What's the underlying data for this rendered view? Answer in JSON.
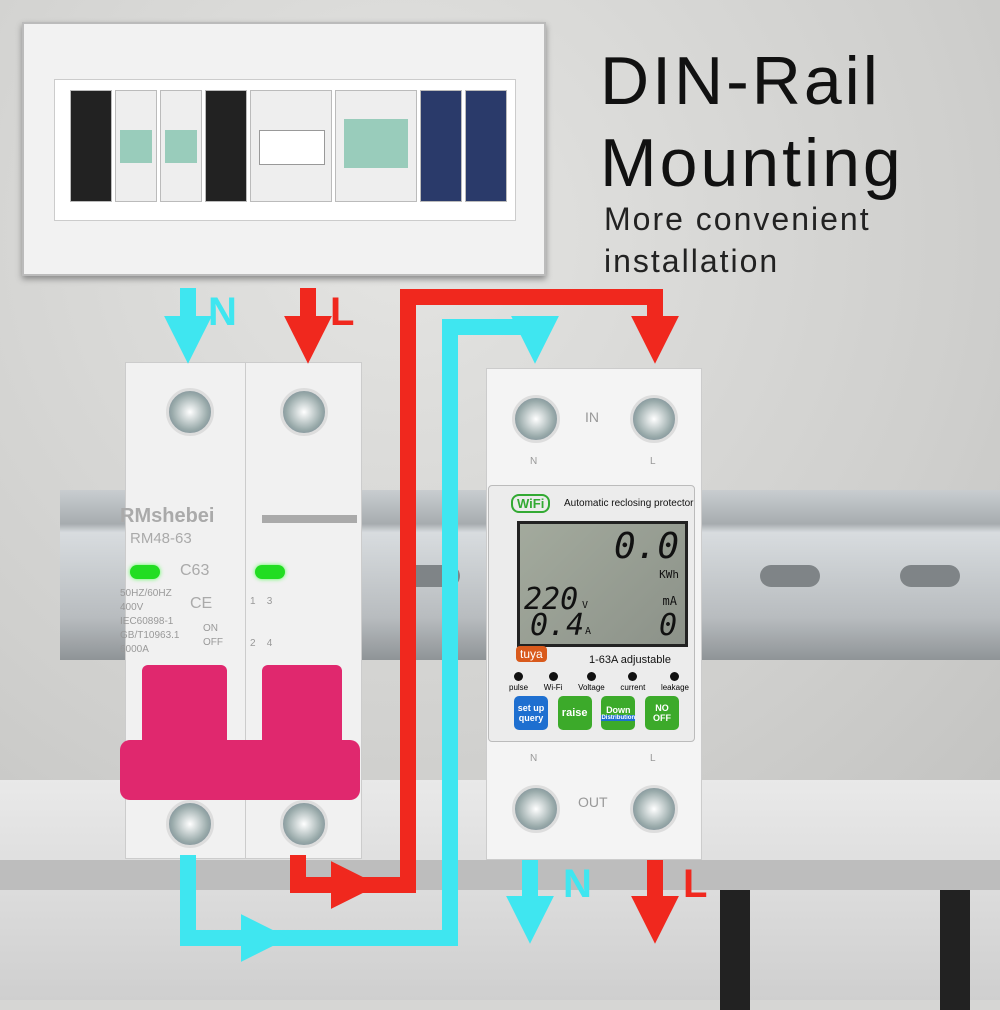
{
  "heading": {
    "title_line1": "DIN-Rail",
    "title_line2": "Mounting",
    "subtitle_line1": "More convenient",
    "subtitle_line2": "installation"
  },
  "breaker": {
    "brand": "RMshebei",
    "model": "RM48-63",
    "rating": "C63",
    "specs": [
      "50HZ/60HZ",
      "400V",
      "IEC60898-1",
      "GB/T10963.1",
      "6000A"
    ],
    "ce": "CE",
    "on": "ON",
    "off": "OFF",
    "terminals": [
      "1",
      "3",
      "2",
      "4"
    ]
  },
  "protector": {
    "wifi_badge": "WiFi",
    "name": "Automatic reclosing protector",
    "energy": "0.0",
    "energy_unit": "KWh",
    "voltage": "220",
    "voltage_unit": "V",
    "current": "0.4",
    "current_unit": "A",
    "leak_unit": "mA",
    "leak": "0",
    "tuya": "tuya",
    "range": "1-63A adjustable",
    "indicators": [
      "pulse",
      "Wi-Fi",
      "Voltage",
      "current",
      "leakage"
    ],
    "buttons": [
      {
        "top": "set up",
        "bottom": "query",
        "color": "#1e6fd0"
      },
      {
        "top": "raise",
        "bottom": "",
        "color": "#3caa2a"
      },
      {
        "top": "Down",
        "bottom": "Distribution",
        "color": "#3caa2a"
      },
      {
        "top": "NO",
        "bottom": "OFF",
        "color": "#3caa2a"
      }
    ],
    "in_label": "IN",
    "out_label": "OUT",
    "n": "N",
    "l": "L"
  },
  "wiring": {
    "input_n": "N",
    "input_l": "L",
    "output_n": "N",
    "output_l": "L",
    "neutral_color": "#3fe6f0",
    "live_color": "#f0281e"
  }
}
